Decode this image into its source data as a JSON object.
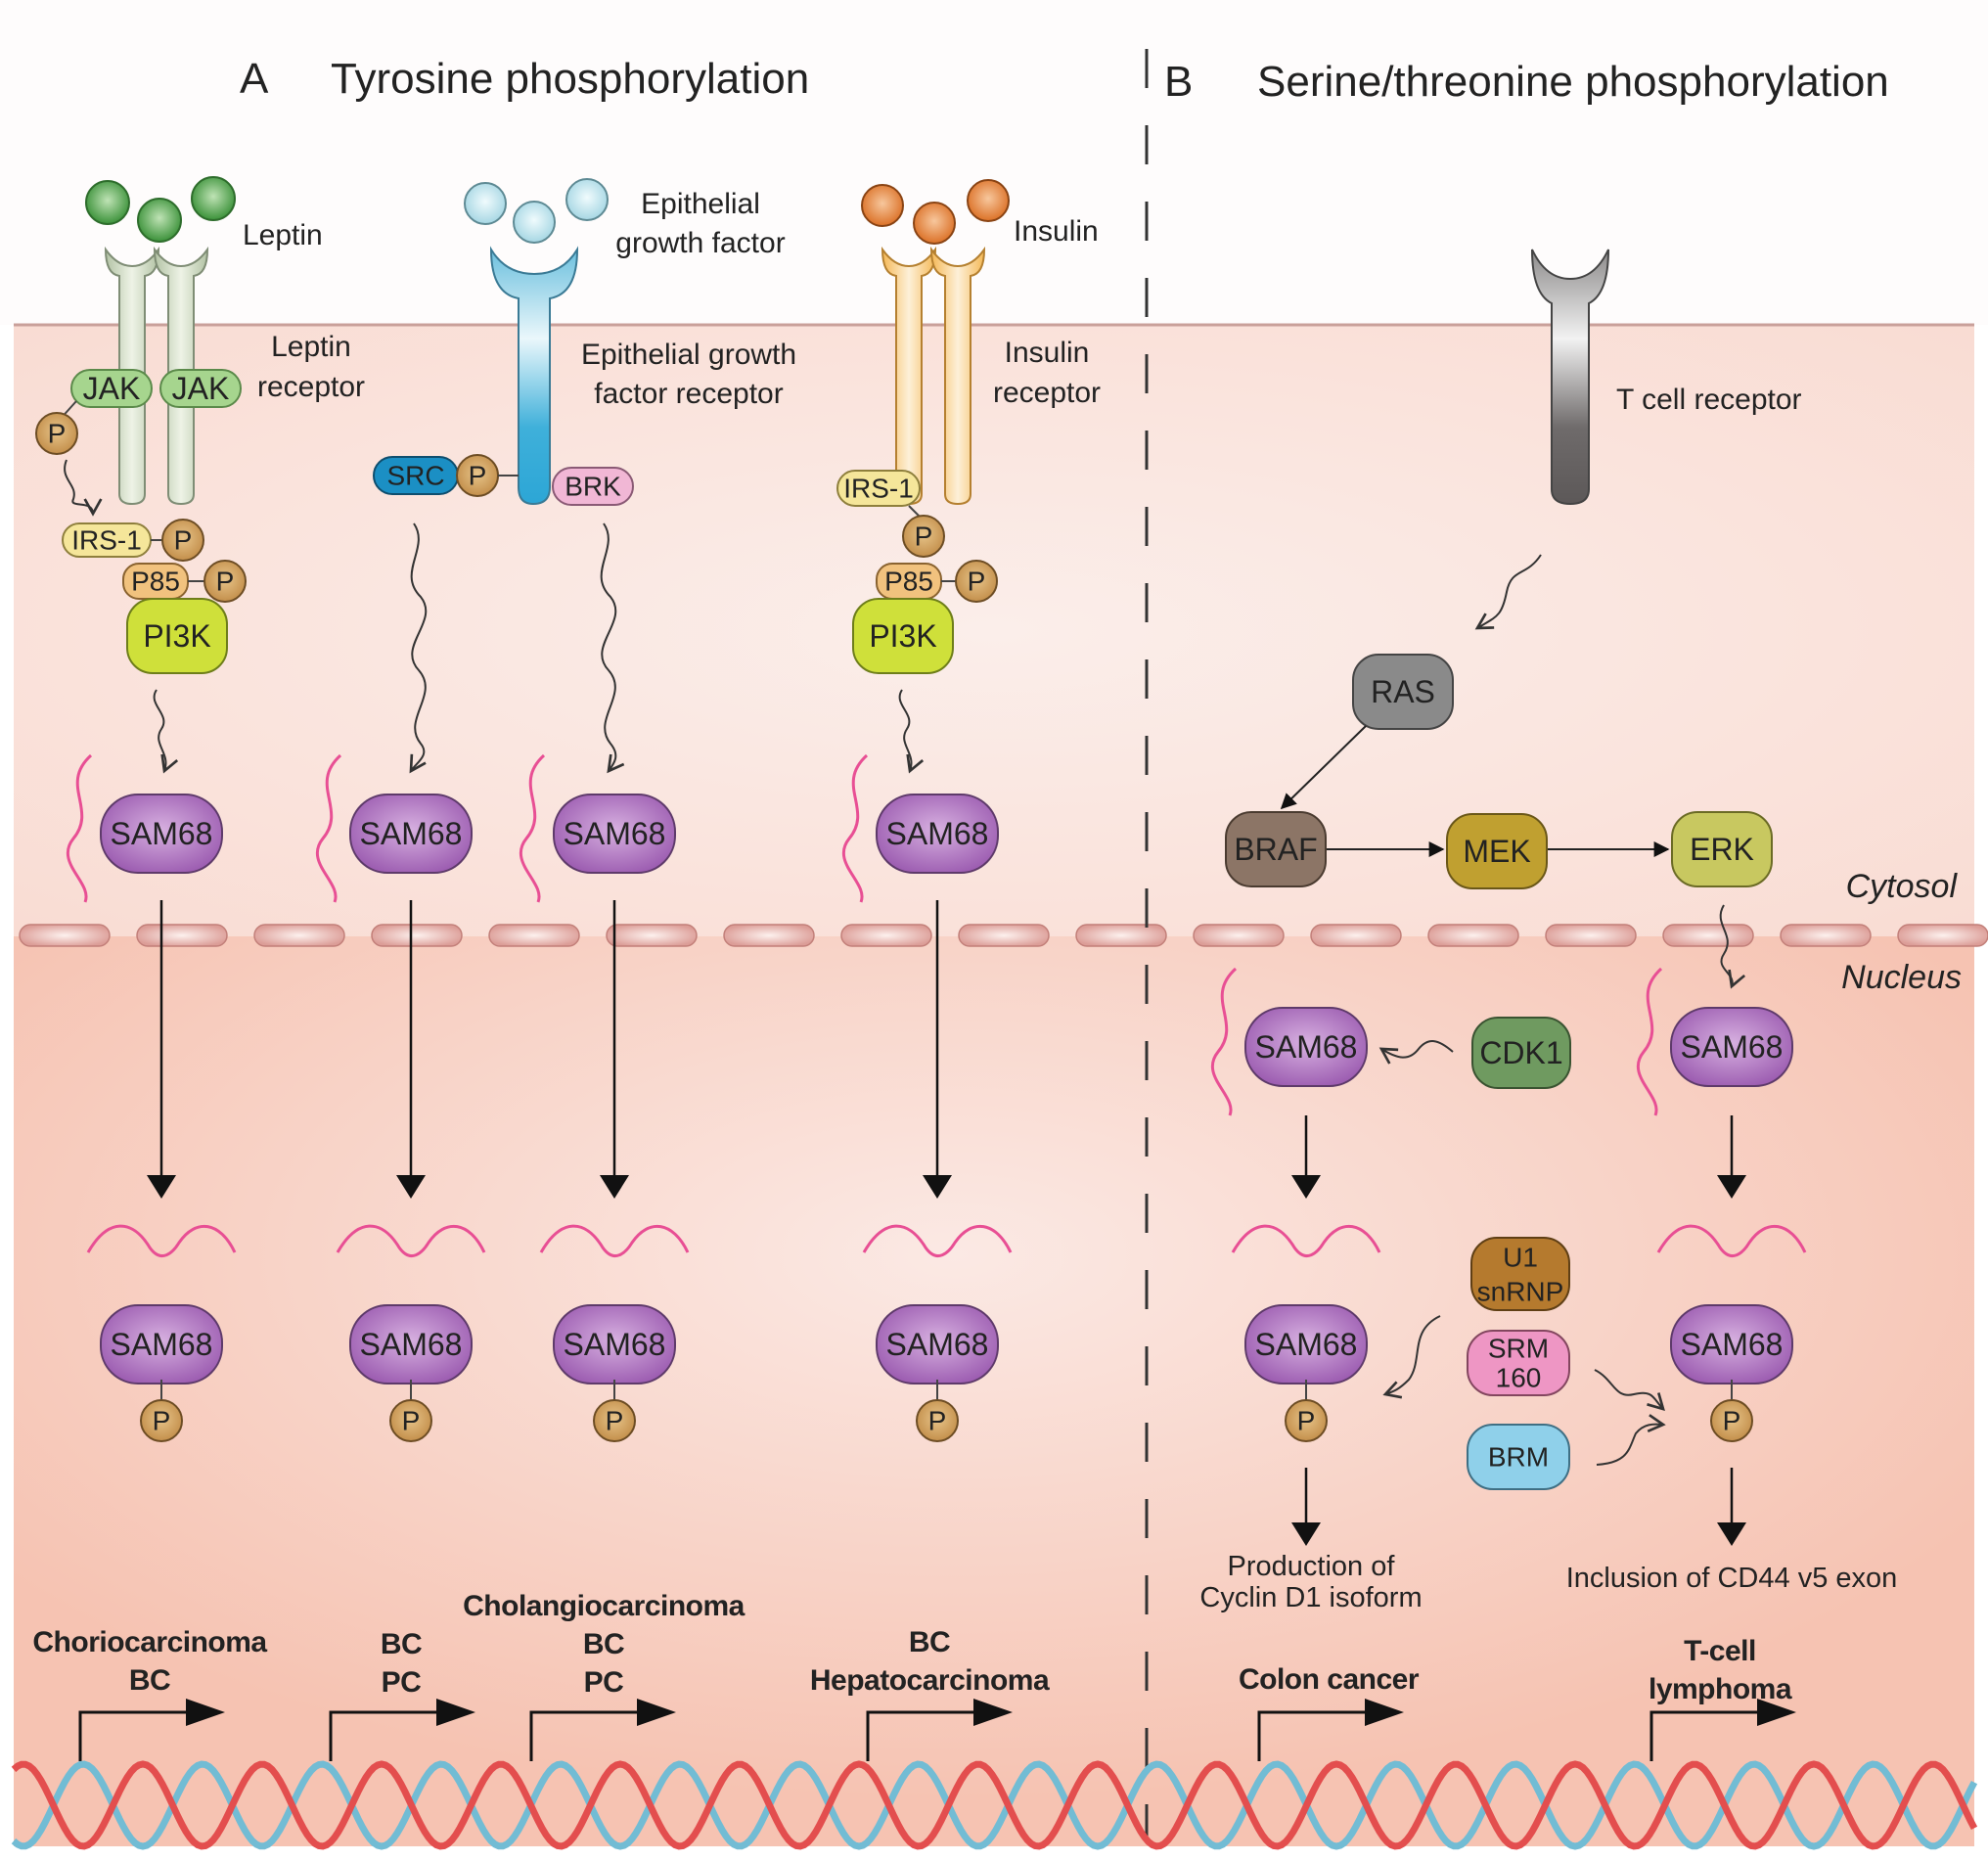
{
  "panels": {
    "a": {
      "letter": "A",
      "title": "Tyrosine phosphorylation"
    },
    "b": {
      "letter": "B",
      "title": "Serine/threonine phosphorylation"
    }
  },
  "compartments": {
    "cytosol": "Cytosol",
    "nucleus": "Nucleus"
  },
  "ligands": {
    "leptin": {
      "label": "Leptin",
      "color": "#3e9a3a"
    },
    "egf": {
      "label_line1": "Epithelial",
      "label_line2": "growth factor",
      "color": "#a9dbe6"
    },
    "insulin": {
      "label": "Insulin",
      "color": "#e07a26"
    }
  },
  "receptors": {
    "leptin": {
      "line1": "Leptin",
      "line2": "receptor"
    },
    "egf": {
      "line1": "Epithelial growth",
      "line2": "factor receptor"
    },
    "insulin": {
      "line1": "Insulin",
      "line2": "receptor"
    },
    "tcell": {
      "label": "T cell receptor"
    }
  },
  "proteins": {
    "jak": "JAK",
    "p": "P",
    "irs1": "IRS-1",
    "p85": "P85",
    "pi3k": "PI3K",
    "src": "SRC",
    "brk": "BRK",
    "sam68": "SAM68",
    "ras": "RAS",
    "braf": "BRAF",
    "mek": "MEK",
    "erk": "ERK",
    "cdk1": "CDK1",
    "u1_line1": "U1",
    "u1_line2": "snRNP",
    "srm_line1": "SRM",
    "srm_line2": "160",
    "brm": "BRM"
  },
  "outcomes": {
    "cyclin_line1": "Production of",
    "cyclin_line2": "Cyclin D1 isoform",
    "cd44": "Inclusion of CD44 v5 exon"
  },
  "diseases": {
    "leptin": [
      "Choriocarcinoma",
      "BC"
    ],
    "egf_src": [
      "BC",
      "PC"
    ],
    "egf_brk": [
      "Cholangiocarcinoma",
      "BC",
      "PC"
    ],
    "insulin": [
      "BC",
      "Hepatocarcinoma"
    ],
    "cdk1": [
      "Colon cancer"
    ],
    "erk": [
      "T-cell",
      "lymphoma"
    ]
  },
  "colors": {
    "sam68": "#a569b8",
    "phospho": "#c99650",
    "jak": "#a6d58e",
    "irs1": "#f5e69a",
    "p85": "#f1c27e",
    "pi3k": "#cfe03a",
    "src": "#1b8fc4",
    "brk": "#f1b7d5",
    "ras": "#8a8a8a",
    "braf": "#8c7566",
    "mek": "#c0a030",
    "erk": "#c8c860",
    "cdk1": "#6f9a60",
    "u1": "#b57a2e",
    "srm": "#ee96c4",
    "brm": "#8fd0ea",
    "rna": "#e84f94",
    "dna_red": "#e34e4e",
    "dna_blue": "#72bcd4"
  }
}
